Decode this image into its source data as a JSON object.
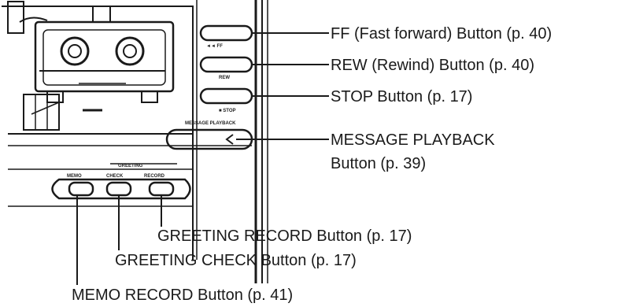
{
  "callouts": {
    "ff": "FF (Fast forward) Button (p. 40)",
    "rew": "REW (Rewind) Button (p. 40)",
    "stop": "STOP Button (p. 17)",
    "playback_line1": "MESSAGE PLAYBACK",
    "playback_line2": "Button (p. 39)",
    "greeting_record": "GREETING RECORD Button (p. 17)",
    "greeting_check": "GREETING CHECK Button (p. 17)",
    "memo_record": "MEMO RECORD Button (p. 41)"
  },
  "device": {
    "ff_key": "◄◄ FF",
    "rew_key": "REW",
    "stop_key": "■ STOP",
    "playback_key": "MESSAGE PLAYBACK",
    "greeting_group": "GREETING",
    "memo_key": "MEMO",
    "check_key": "CHECK",
    "record_key": "RECORD"
  },
  "colors": {
    "ink": "#1a1a1a",
    "paper": "#ffffff"
  }
}
